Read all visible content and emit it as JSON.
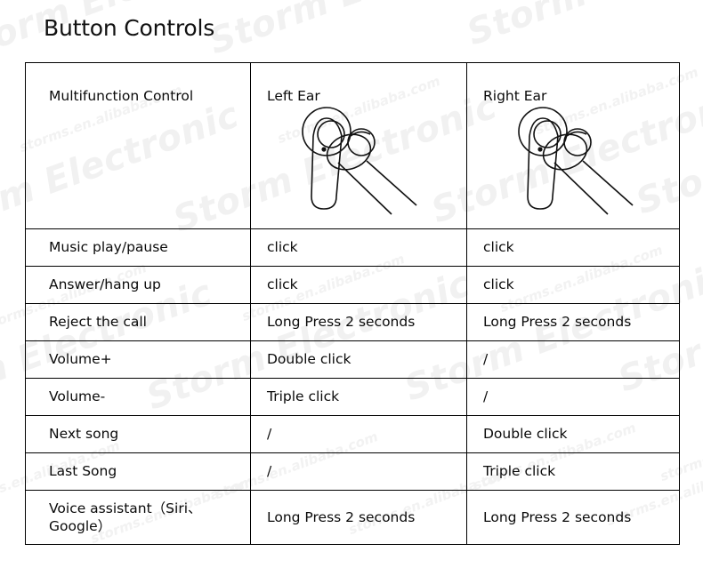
{
  "page": {
    "title": "Button Controls",
    "background_color": "#ffffff",
    "border_color": "#000000",
    "text_color": "#0a0a0a"
  },
  "watermark": {
    "brand": "Storm Electronic",
    "url": "storms.en.alibaba.com",
    "color": "#f1f1f1",
    "rotation_degrees": -20
  },
  "table": {
    "columns": [
      {
        "key": "function",
        "header": "Multifunction  Control",
        "illustration": null
      },
      {
        "key": "left_ear",
        "header": "Left Ear",
        "illustration": "earbud-touch-illustration"
      },
      {
        "key": "right_ear",
        "header": "Right Ear",
        "illustration": "earbud-touch-illustration"
      }
    ],
    "rows": [
      {
        "function": "Music play/pause",
        "left_ear": "click",
        "right_ear": "click"
      },
      {
        "function": "Answer/hang up",
        "left_ear": "click",
        "right_ear": "click"
      },
      {
        "function": "Reject the call",
        "left_ear": "Long Press 2 seconds",
        "right_ear": "Long Press 2 seconds"
      },
      {
        "function": "Volume+",
        "left_ear": "Double click",
        "right_ear": "/"
      },
      {
        "function": "Volume-",
        "left_ear": "Triple click",
        "right_ear": "/"
      },
      {
        "function": "Next song",
        "left_ear": "/",
        "right_ear": "Double click"
      },
      {
        "function": "Last Song",
        "left_ear": "/",
        "right_ear": "Triple click"
      },
      {
        "function": "Voice assistant（Siri、Google）",
        "left_ear": "Long Press 2 seconds",
        "right_ear": "Long Press 2 seconds"
      }
    ]
  }
}
